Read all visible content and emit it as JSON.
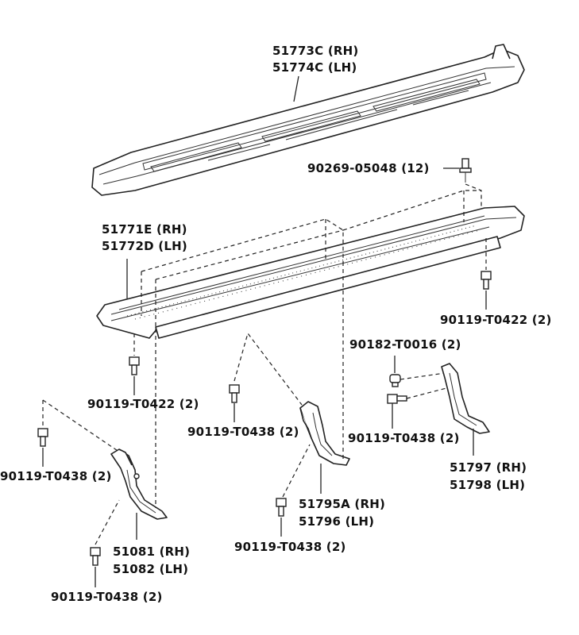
{
  "labels": {
    "step_pad_rh": "51773C (RH)",
    "step_pad_lh": "51774C (LH)",
    "clip": "90269-05048 (12)",
    "step_rh": "51771E (RH)",
    "step_lh": "51772D (LH)",
    "bolt_right_top": "90119-T0422 (2)",
    "nut_right": "90182-T0016 (2)",
    "bolt_left_top": "90119-T0422 (2)",
    "bolt_center": "90119-T0438 (2)",
    "bolt_right_lower": "90119-T0438 (2)",
    "bracket_rear_rh": "51797 (RH)",
    "bracket_rear_lh": "51798 (LH)",
    "bolt_far_left": "90119-T0438 (2)",
    "bracket_center_rh": "51795A (RH)",
    "bracket_center_lh": "51796 (LH)",
    "bolt_center_low": "90119-T0438 (2)",
    "bracket_front_rh": "51081 (RH)",
    "bracket_front_lh": "51082 (LH)",
    "bolt_bottom": "90119-T0438 (2)"
  }
}
